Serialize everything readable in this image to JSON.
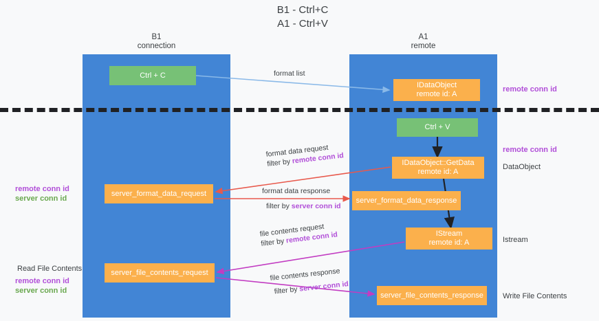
{
  "title": {
    "line1": "B1 - Ctrl+C",
    "line2": "A1 - Ctrl+V"
  },
  "lanes": [
    {
      "id": "b1",
      "name": "B1",
      "subtitle": "connection"
    },
    {
      "id": "a1",
      "name": "A1",
      "subtitle": "remote"
    }
  ],
  "nodes": {
    "ctrl_c": {
      "label": "Ctrl + C",
      "color": "#77c176"
    },
    "idataobject": {
      "line1": "IDataObject",
      "line2": "remote id: A",
      "color": "#fbb04c"
    },
    "ctrl_v": {
      "label": "Ctrl + V",
      "color": "#77c176"
    },
    "getdata": {
      "line1": "IDataObject::GetData",
      "line2": "remote id: A",
      "color": "#fbb04c"
    },
    "server_format_data_request": {
      "label": "server_format_data_request",
      "color": "#fbb04c"
    },
    "server_format_data_response": {
      "label": "server_format_data_response",
      "color": "#fbb04c"
    },
    "istream": {
      "line1": "IStream",
      "line2": "remote id: A",
      "color": "#fbb04c"
    },
    "server_file_contents_request": {
      "label": "server_file_contents_request",
      "color": "#fbb04c"
    },
    "server_file_contents_response": {
      "label": "server_file_contents_response",
      "color": "#fbb04c"
    }
  },
  "edges": {
    "format_list": {
      "label": "format list"
    },
    "format_data_request": {
      "line1": "format data request",
      "prefix": "filter by ",
      "key": "remote conn id"
    },
    "format_data_response": {
      "line1": "format data response",
      "prefix": "filter by ",
      "key": "server conn id"
    },
    "file_contents_request": {
      "line1": "file contents request",
      "prefix": "filter by ",
      "key": "remote conn id"
    },
    "file_contents_response": {
      "line1": "file contents response",
      "prefix": "filter by ",
      "key": "server conn id"
    }
  },
  "annotations": {
    "remote_conn_id_top": "remote conn id",
    "remote_conn_id_mid": "remote conn id",
    "dataobject": "DataObject",
    "istream": "Istream",
    "write_file_contents": "Write File Contents",
    "read_file_contents": "Read File Contents",
    "remote_conn_id_left": "remote conn id",
    "server_conn_id_left": "server conn id",
    "remote_conn_id_left2": "remote conn id",
    "server_conn_id_left2": "server conn id"
  },
  "colors": {
    "lane": "#4285d5",
    "green_node": "#77c176",
    "orange_node": "#fbb04c",
    "purple_text": "#b14fd8",
    "green_text": "#6aa84f",
    "arrow_light_blue": "#8ab9e8",
    "arrow_red": "#e8594c",
    "arrow_magenta": "#c23cc2",
    "arrow_black": "#202124",
    "background": "#f8f9fa"
  }
}
